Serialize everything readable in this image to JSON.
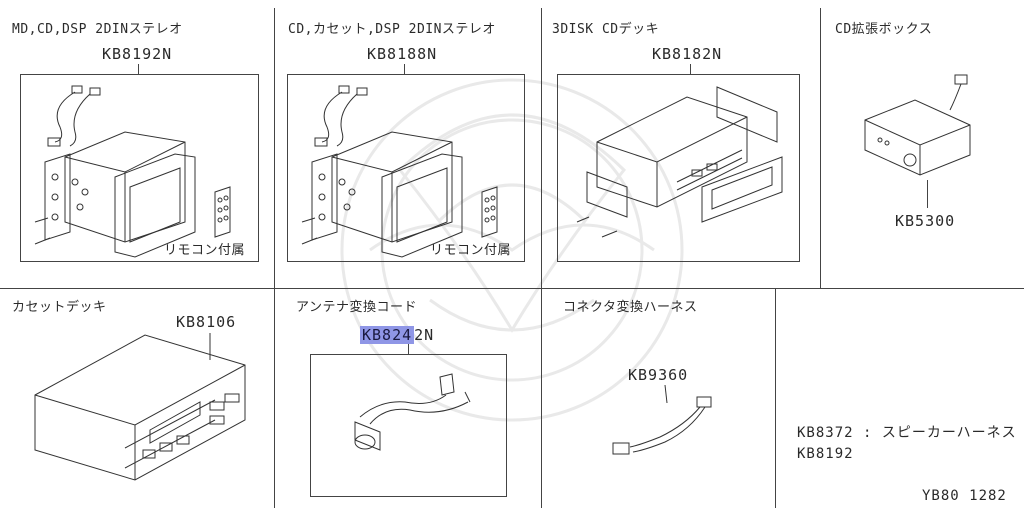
{
  "cells": [
    {
      "title": "MD,CD,DSP 2DINステレオ",
      "part": "KB8192N",
      "note": "リモコン付属"
    },
    {
      "title": "CD,カセット,DSP 2DINステレオ",
      "part": "KB8188N",
      "note": "リモコン付属"
    },
    {
      "title": "3DISK CDデッキ",
      "part": "KB8182N"
    },
    {
      "title": "CD拡張ボックス",
      "part": "KB5300"
    },
    {
      "title": "カセットデッキ",
      "part": "KB8106"
    },
    {
      "title": "アンテナ変換コード",
      "part_highlight": "KB824",
      "part_rest": "2N"
    },
    {
      "title": "コネクタ変換ハーネス",
      "part": "KB9360"
    }
  ],
  "notes": {
    "line1": "KB8372 : スピーカーハーネス",
    "line2": "KB8192"
  },
  "diagram_id": "YB80 1282",
  "colors": {
    "line": "#444444",
    "highlight": "#8f96e6"
  }
}
